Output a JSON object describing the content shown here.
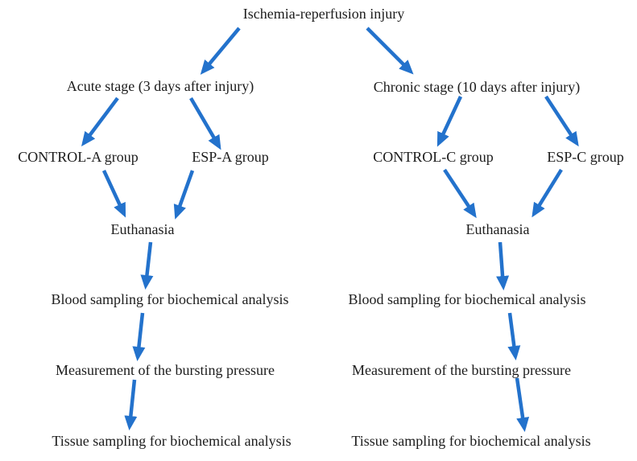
{
  "diagram": {
    "title": "Experimental design flowchart",
    "arrow_color": "#2372cc",
    "text_color": "#1c1c1c",
    "background_color": "#ffffff",
    "nodes": {
      "root": "Ischemia-reperfusion injury",
      "acute": "Acute stage (3 days after injury)",
      "chronic": "Chronic stage (10 days after injury)",
      "control_a": "CONTROL-A group",
      "esp_a": "ESP-A group",
      "control_c": "CONTROL-C group",
      "esp_c": "ESP-C group",
      "euthanasia_left": "Euthanasia",
      "euthanasia_right": "Euthanasia",
      "blood_left": "Blood sampling for biochemical analysis",
      "blood_right": "Blood sampling for biochemical analysis",
      "measurement_left": "Measurement of the bursting pressure",
      "measurement_right": "Measurement of the bursting pressure",
      "tissue_left": "Tissue sampling for biochemical analysis",
      "tissue_right": "Tissue sampling for biochemical analysis"
    },
    "edges": [
      {
        "from": "root",
        "to": "acute"
      },
      {
        "from": "root",
        "to": "chronic"
      },
      {
        "from": "acute",
        "to": "control_a"
      },
      {
        "from": "acute",
        "to": "esp_a"
      },
      {
        "from": "chronic",
        "to": "control_c"
      },
      {
        "from": "chronic",
        "to": "esp_c"
      },
      {
        "from": "control_a",
        "to": "euthanasia_left"
      },
      {
        "from": "esp_a",
        "to": "euthanasia_left"
      },
      {
        "from": "control_c",
        "to": "euthanasia_right"
      },
      {
        "from": "esp_c",
        "to": "euthanasia_right"
      },
      {
        "from": "euthanasia_left",
        "to": "blood_left"
      },
      {
        "from": "euthanasia_right",
        "to": "blood_right"
      },
      {
        "from": "blood_left",
        "to": "measurement_left"
      },
      {
        "from": "blood_right",
        "to": "measurement_right"
      },
      {
        "from": "measurement_left",
        "to": "tissue_left"
      },
      {
        "from": "measurement_right",
        "to": "tissue_right"
      }
    ]
  }
}
